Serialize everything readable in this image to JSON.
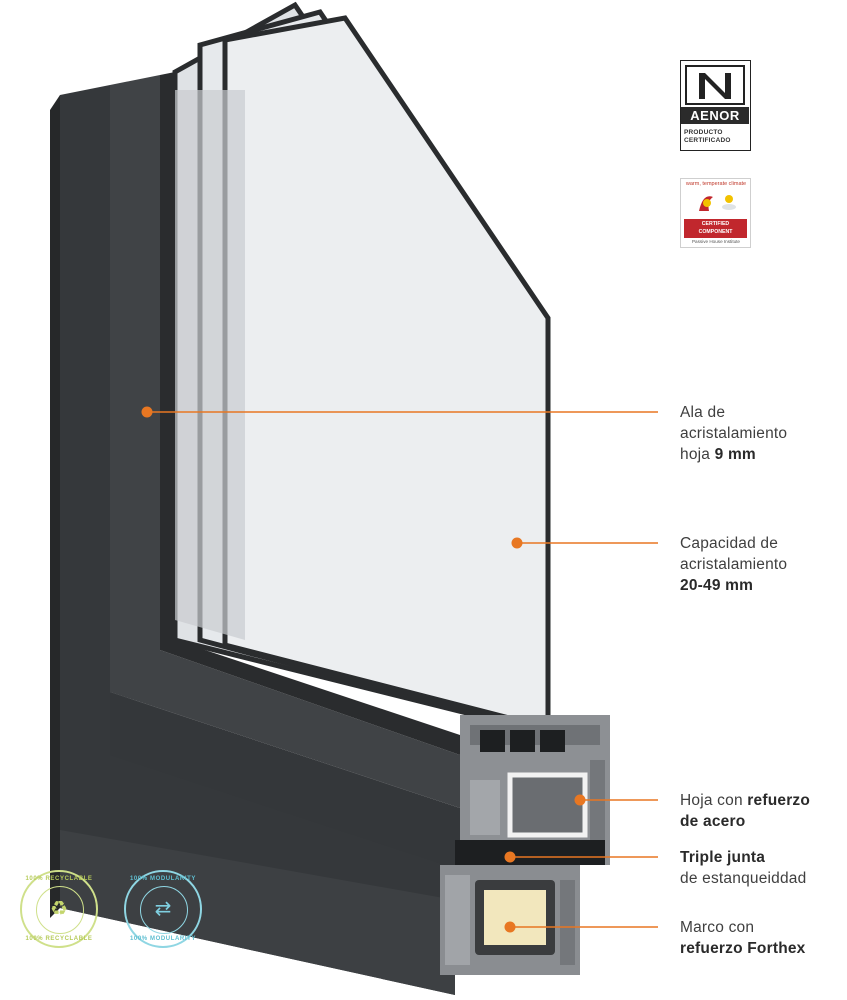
{
  "callouts": [
    {
      "lines": [
        [
          "Ala de"
        ],
        [
          "acristalamiento"
        ],
        [
          "hoja ",
          {
            "b": "9 mm"
          }
        ]
      ]
    },
    {
      "lines": [
        [
          "Capacidad de"
        ],
        [
          "acristalamiento"
        ],
        [
          {
            "b": "20-49 mm"
          }
        ]
      ]
    },
    {
      "lines": [
        [
          "Hoja con ",
          {
            "b": "refuerzo"
          }
        ],
        [
          {
            "b": "de acero"
          }
        ]
      ]
    },
    {
      "lines": [
        [
          {
            "b": "Triple junta"
          }
        ],
        [
          "de estanqueiddad"
        ]
      ]
    },
    {
      "lines": [
        [
          "Marco con"
        ],
        [
          {
            "b": "refuerzo Forthex"
          }
        ]
      ]
    }
  ],
  "logos": {
    "aenor": {
      "word": "AENOR",
      "sub1": "PRODUCTO",
      "sub2": "CERTIFICADO"
    },
    "phi": {
      "top": "warm, temperate climate",
      "band1": "CERTIFIED",
      "band2": "COMPONENT",
      "foot": "Passive House Institute"
    }
  },
  "badges": {
    "recyclable": {
      "top": "100% RECYCLABLE",
      "bottom": "100% RECYCLABLE"
    },
    "modularity": {
      "top": "100% MODULARITY",
      "bottom": "100% MODULARITY"
    }
  },
  "colors": {
    "accent": "#e87722",
    "frame": "#3a3d40",
    "frame_dark": "#2c2f32",
    "glass": "#e6e8ea",
    "profile": "#8e9094"
  },
  "icons": [
    "aenor-logo",
    "passive-house-logo",
    "recycle-icon",
    "modularity-icon"
  ]
}
